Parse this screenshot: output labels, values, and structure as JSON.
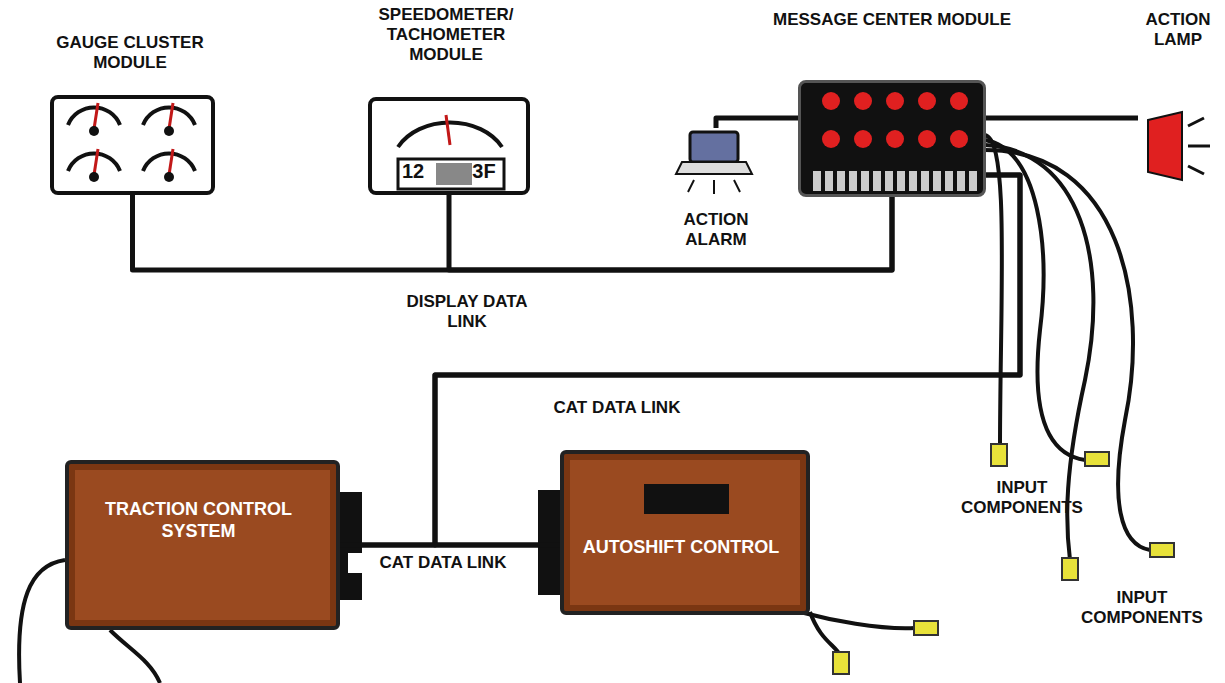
{
  "diagram": {
    "nodes": [
      {
        "text": [
          "GAUGE CLUSTER MODULE"
        ]
      },
      {
        "text": [
          "SPEEDOMETER/ TACHOMETER MODULE",
          "12",
          "3F"
        ]
      },
      {
        "text": [
          "MESSAGE CENTER MODULE"
        ]
      },
      {
        "text": [
          "ACTION LAMP"
        ]
      },
      {
        "text": [
          "ACTION ALARM"
        ]
      },
      {
        "text": [
          "TRACTION CONTROL SYSTEM"
        ]
      },
      {
        "text": [
          "AUTOSHIFT CONTROL"
        ]
      }
    ],
    "edges": [
      {
        "from": 0,
        "to": 2,
        "arrow": "none",
        "label": "DISPLAY DATA LINK"
      },
      {
        "from": 1,
        "to": 2,
        "arrow": "none"
      },
      {
        "from": 2,
        "to": 4,
        "arrow": "none"
      },
      {
        "from": 2,
        "to": 3,
        "arrow": "none"
      },
      {
        "from": 2,
        "to": 5,
        "arrow": "none",
        "label": "CAT DATA LINK"
      },
      {
        "from": 2,
        "to": 6,
        "arrow": "none"
      },
      {
        "from": 5,
        "to": 6,
        "arrow": "none",
        "label": "CAT DATA LINK"
      }
    ],
    "labels": [
      "INPUT COMPONENTS",
      "INPUT COMPONENTS"
    ]
  }
}
